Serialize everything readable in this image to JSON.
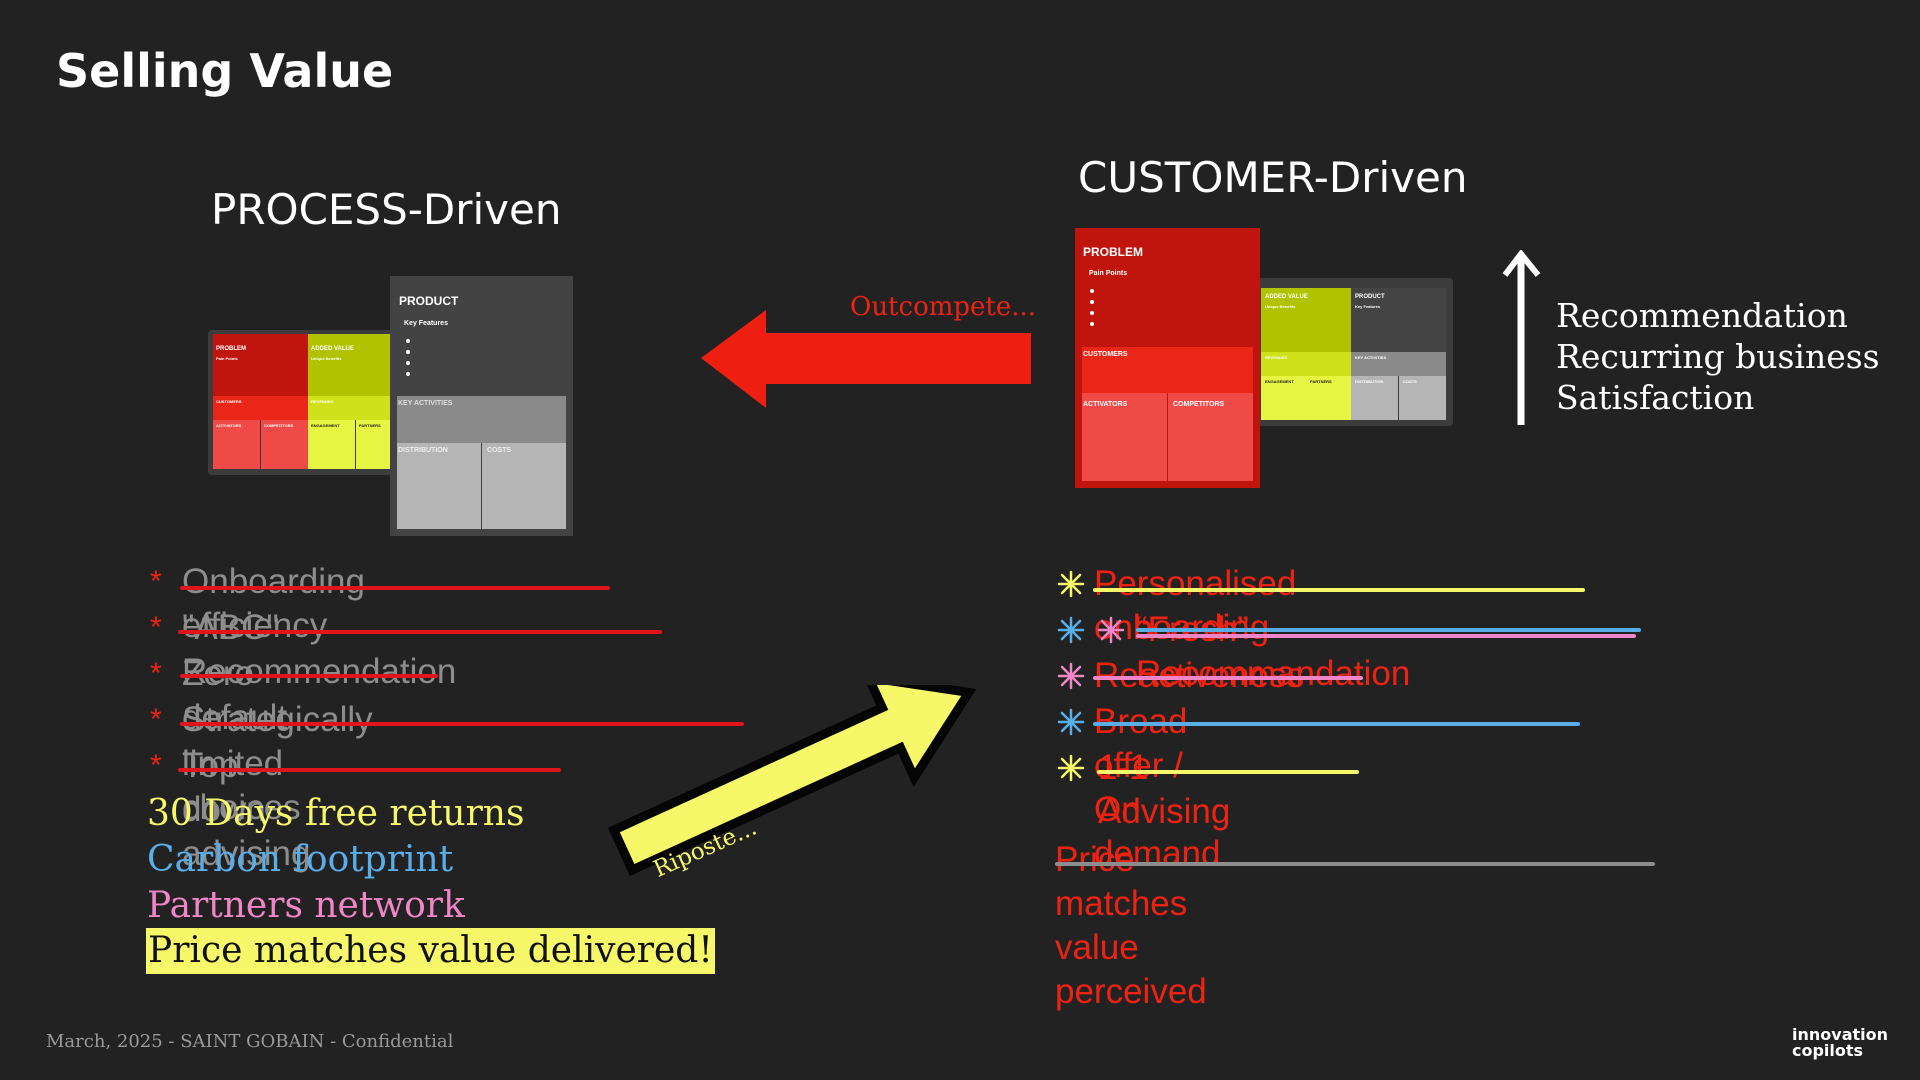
{
  "slide": {
    "title": "Selling Value",
    "process_heading": "PROCESS-Driven",
    "customer_heading": "CUSTOMER-Driven",
    "outcompete_label": "Outcompete...",
    "riposte_label": "Riposte...",
    "footer": "March, 2025 - SAINT GOBAIN - Confidential",
    "logo_line1": "innovation",
    "logo_line2": "copilots"
  },
  "colors": {
    "background": "#222223",
    "red": "#ee2211",
    "yellow": "#f7f76a",
    "blue": "#5aaee8",
    "pink": "#f085c8",
    "gray_text": "#8d8d8d"
  },
  "canvas_labels": {
    "problem": "PROBLEM",
    "pain_points": "Pain Points",
    "added_value": "ADDED VALUE",
    "unique_benefits": "Unique Benefits",
    "product": "PRODUCT",
    "key_features": "Key Features",
    "customers": "CUSTOMERS",
    "revenues": "REVENUES",
    "activators": "ACTIVATORS",
    "competitors": "COMPETITORS",
    "engagement": "ENGAGEMENT",
    "partners": "PARTNERS",
    "key_activities": "KEY ACTIVITIES",
    "distribution": "DISTRIBUTION",
    "costs": "COSTS"
  },
  "process_items": [
    {
      "text": "Onboarding efficiency",
      "mark": "*"
    },
    {
      "text": "\"ABC\" Recommendation",
      "mark": "*"
    },
    {
      "text": "Zero default",
      "mark": "*"
    },
    {
      "text": "Strategically limited choices",
      "mark": "*"
    },
    {
      "text": "Top down advising",
      "mark": "*"
    }
  ],
  "process_value_items": [
    {
      "text": "30 Days free returns",
      "color": "#f7f76a"
    },
    {
      "text": "Carbon footprint",
      "color": "#5aaee8"
    },
    {
      "text": "Partners network",
      "color": "#f085c8"
    },
    {
      "text": "Price matches value delivered!",
      "color": "#111111",
      "highlight": "#f7f76a"
    }
  ],
  "customer_items": [
    {
      "text": "Personalised onboarding",
      "marks": [
        "yellow"
      ]
    },
    {
      "text": "“Fresh” Recommandation",
      "marks": [
        "blue",
        "pink"
      ]
    },
    {
      "text": "Reactiveness",
      "marks": [
        "pink"
      ]
    },
    {
      "text": "Broad offer / On demand",
      "marks": [
        "blue"
      ]
    },
    {
      "text": "1-1 Advising",
      "marks": [
        "yellow"
      ]
    }
  ],
  "customer_price_line": "Price matches value perceived",
  "customer_benefits": [
    "Recommendation",
    "Recurring business",
    "Satisfaction"
  ]
}
